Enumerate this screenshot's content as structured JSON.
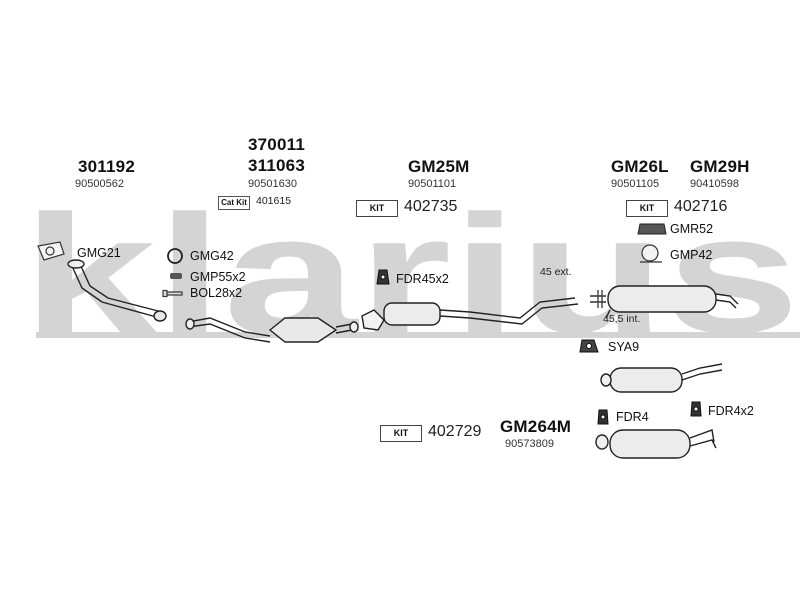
{
  "watermark": {
    "text": "klarius",
    "color": "#d4d4d4"
  },
  "parts": {
    "front_pipe": {
      "code": "301192",
      "number": "90500562"
    },
    "catalyst": {
      "code1": "370011",
      "code2": "311063",
      "number": "90501630",
      "catkit_label": "Cat Kit",
      "catkit_number": "401615"
    },
    "middle": {
      "code": "GM25M",
      "number": "90501101",
      "kit_label": "KIT",
      "kit_number": "402735"
    },
    "rear_l": {
      "code": "GM26L",
      "number": "90501105"
    },
    "rear_h": {
      "code": "GM29H",
      "number": "90410598"
    },
    "rear_kit": {
      "kit_label": "KIT",
      "kit_number": "402716"
    },
    "middle_alt": {
      "code": "GM264M",
      "number": "90573809",
      "kit_label": "KIT",
      "kit_number": "402729"
    }
  },
  "accessories": {
    "gmg21": "GMG21",
    "gmg42": "GMG42",
    "gmp55": "GMP55x2",
    "bol28": "BOL28x2",
    "fdr45": "FDR45x2",
    "gmr52": "GMR52",
    "gmp42": "GMP42",
    "sya9": "SYA9",
    "fdr4": "FDR4",
    "fdr4x2": "FDR4x2"
  },
  "dimensions": {
    "ext": "45 ext.",
    "int": "45,5 int."
  }
}
